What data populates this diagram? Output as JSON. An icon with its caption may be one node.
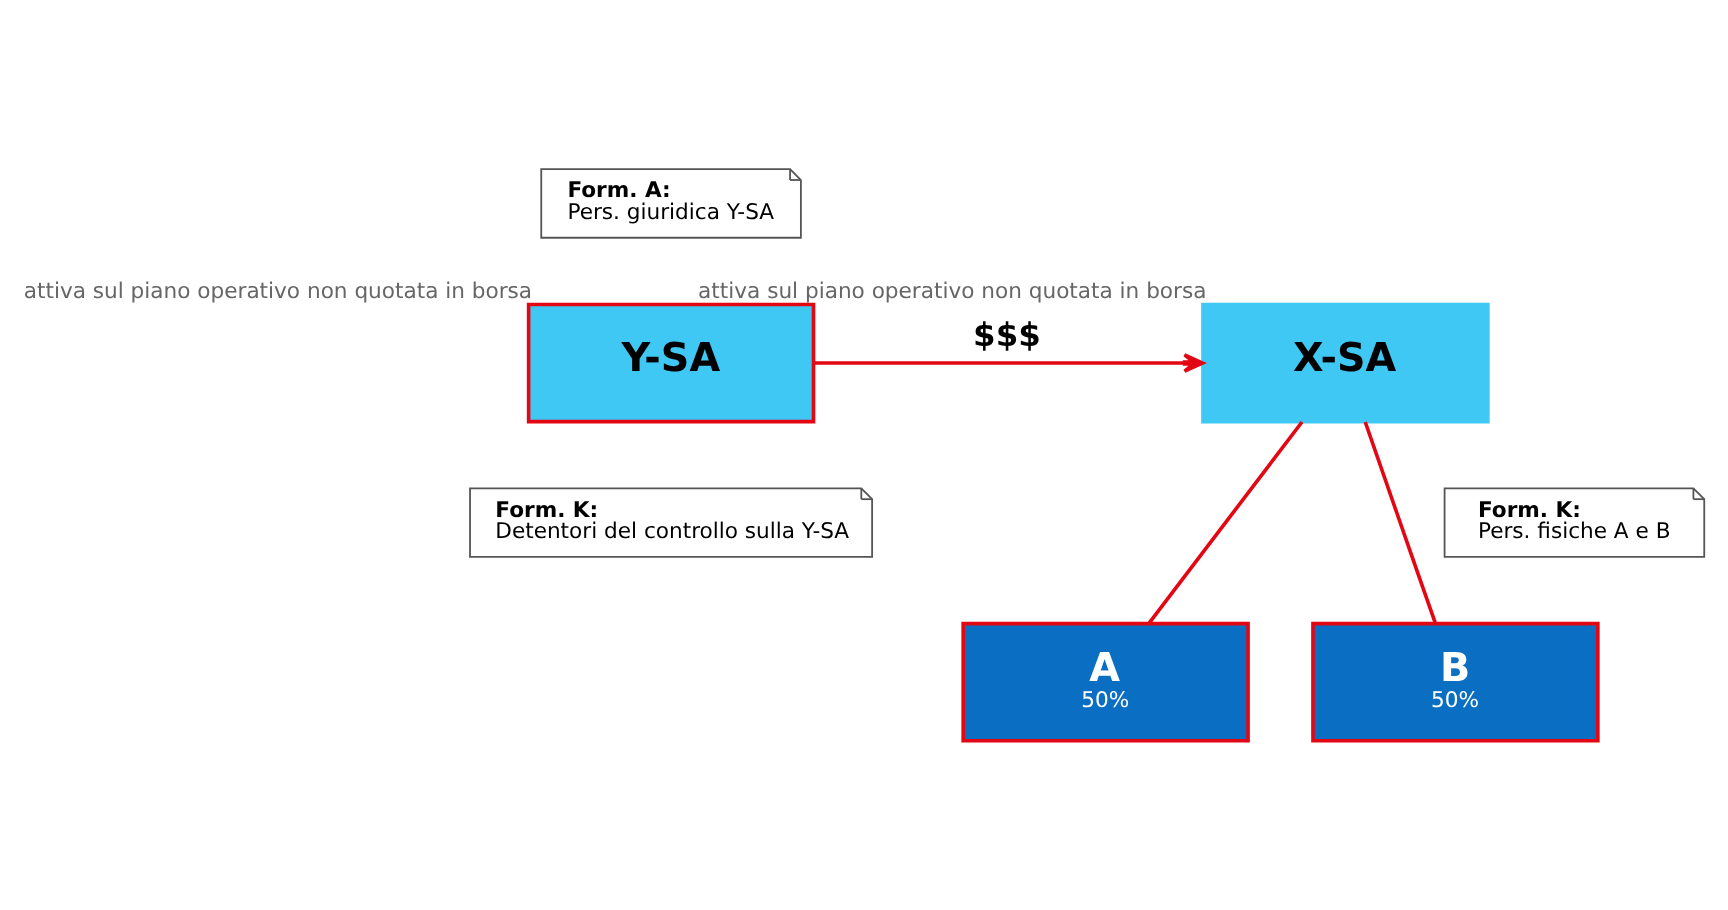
{
  "diagram": {
    "nodes": [
      {
        "text": [
          "Y-SA"
        ],
        "beside": [
          "attiva sul piano operativo non quotata in borsa"
        ]
      },
      {
        "text": [
          "X-SA"
        ],
        "beside": [
          "attiva sul piano operativo non quotata in borsa"
        ]
      },
      {
        "text": [
          "Form. A:",
          "Pers. giuridica Y-SA"
        ]
      },
      {
        "text": [
          "Form. K:",
          "Detentori del controllo sulla Y-SA"
        ]
      },
      {
        "text": [
          "Form. K:",
          "Pers. fisiche A e B"
        ]
      },
      {
        "text": [
          "A",
          "50%"
        ]
      },
      {
        "text": [
          "B",
          "50%"
        ]
      }
    ],
    "edges": [
      {
        "from": 0,
        "to": 1,
        "arrow": "to",
        "label": "$$$"
      },
      {
        "from": 1,
        "to": 5,
        "arrow": "none"
      },
      {
        "from": 1,
        "to": 6,
        "arrow": "none"
      }
    ]
  }
}
